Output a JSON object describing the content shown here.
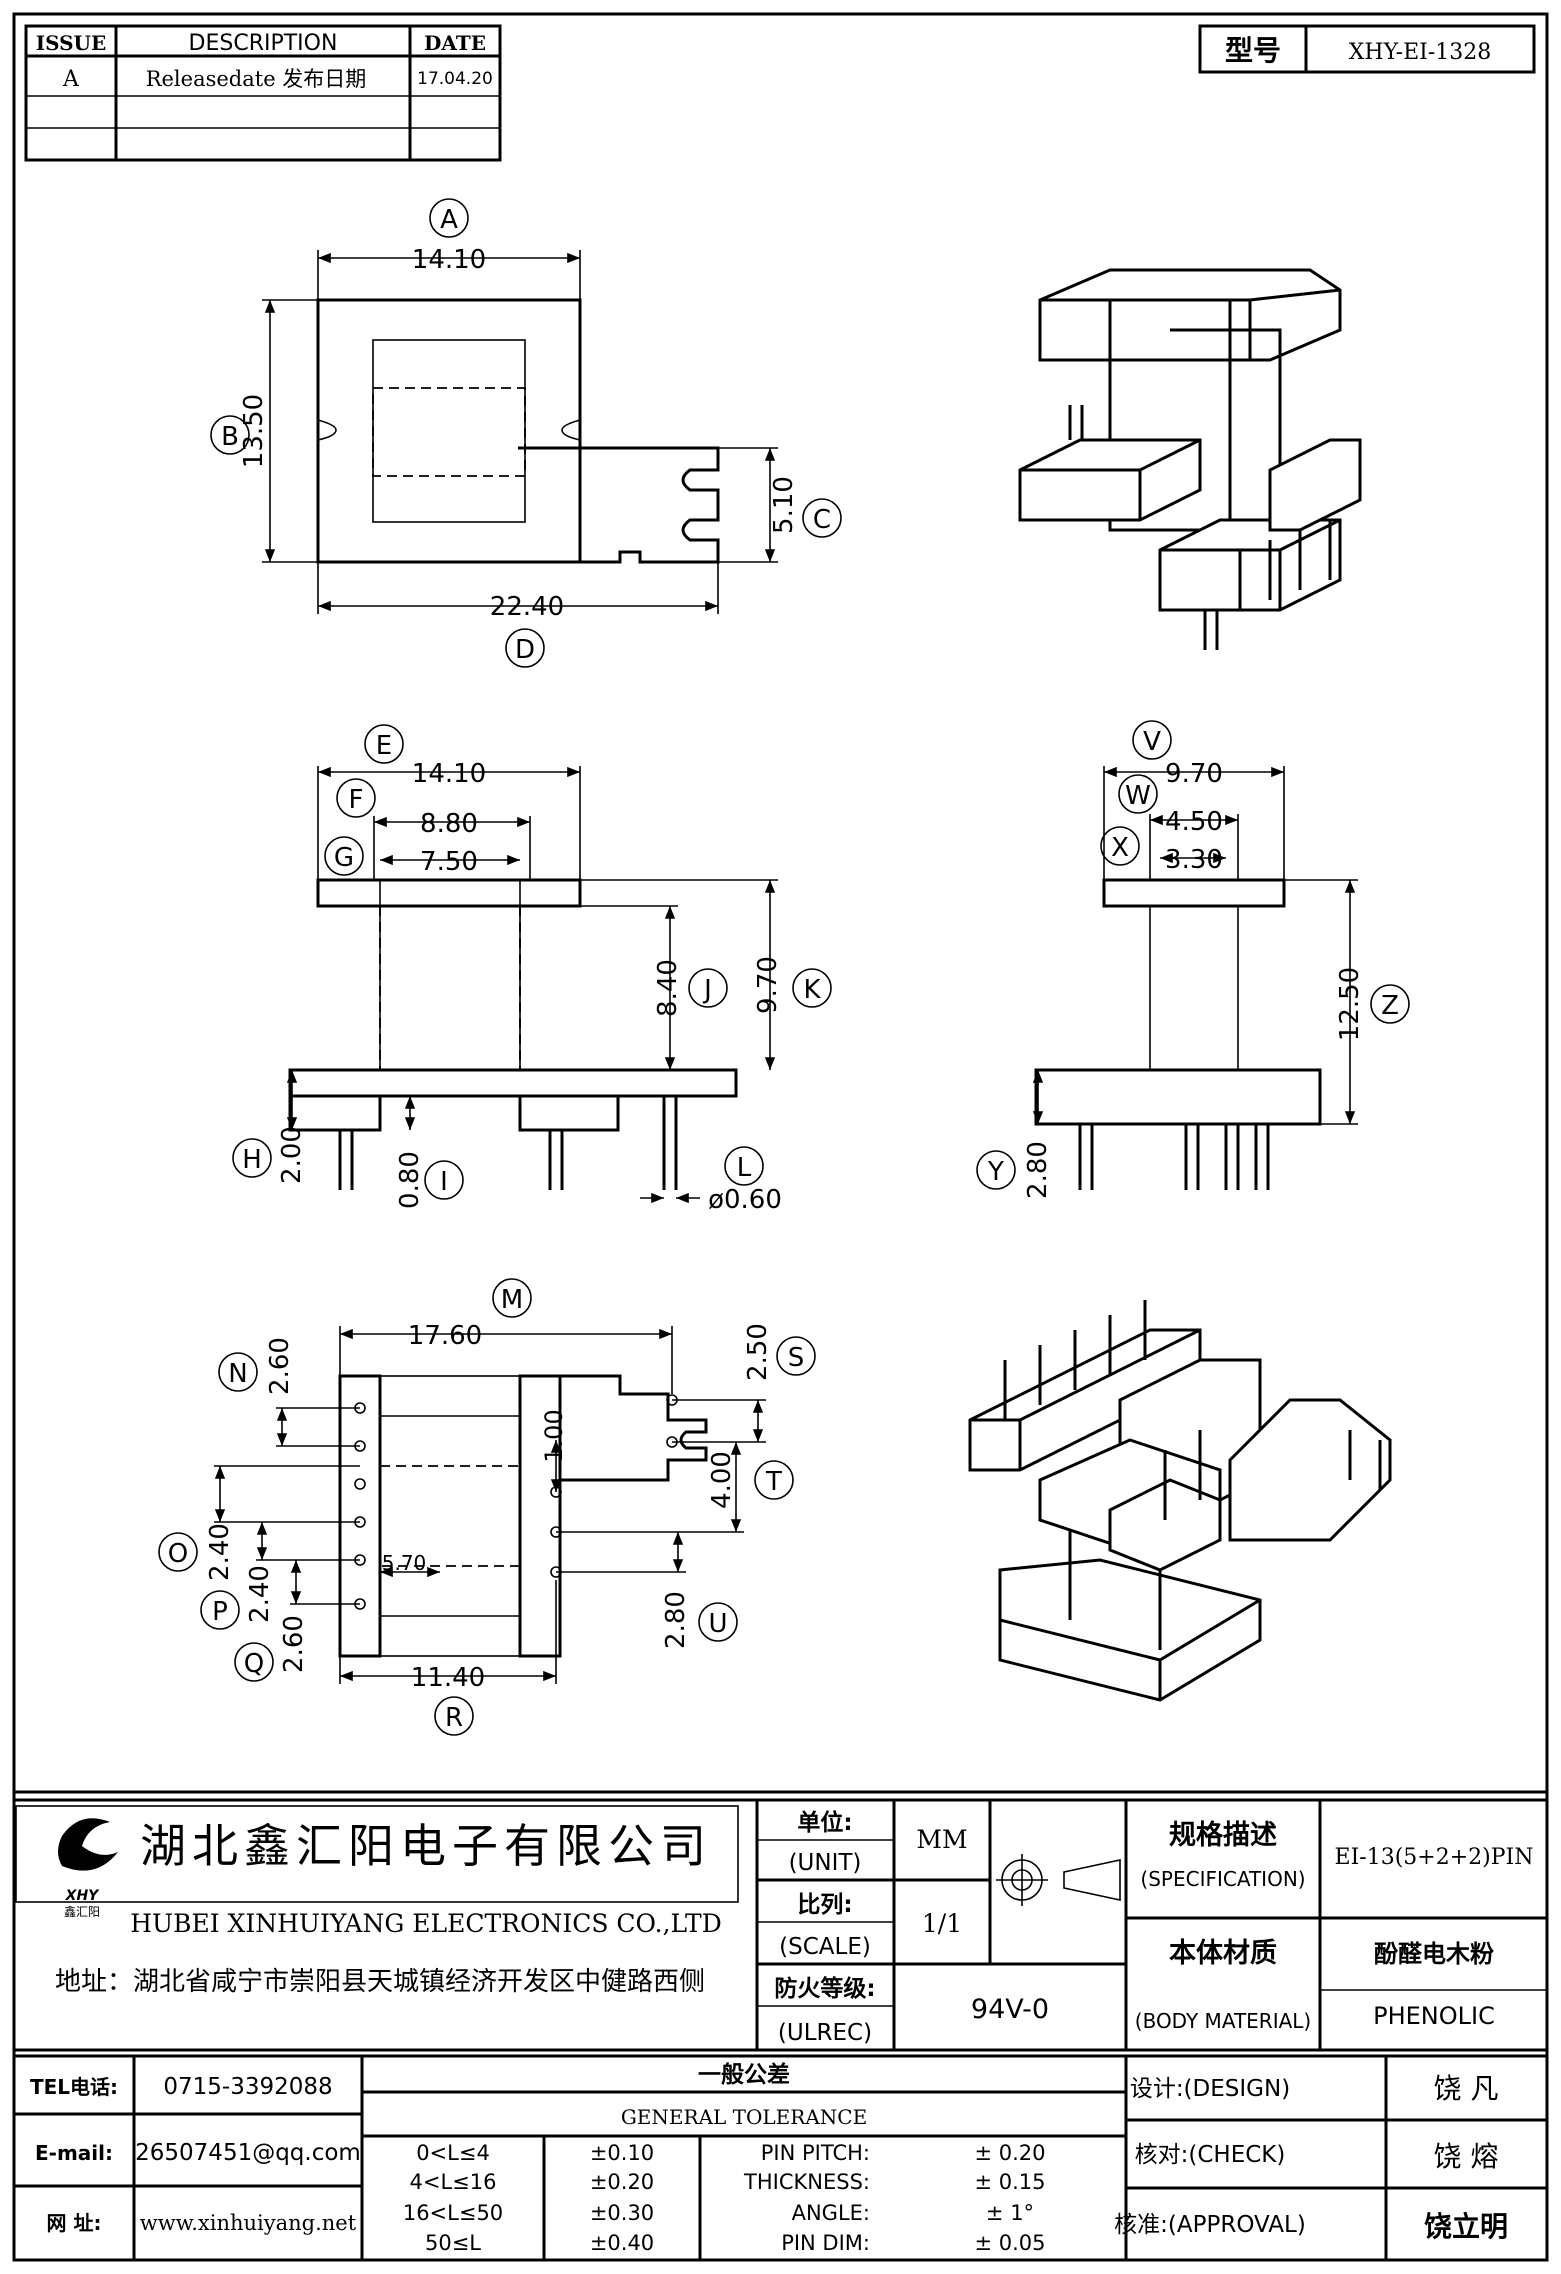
{
  "revision_table": {
    "headers": {
      "issue": "ISSUE",
      "description": "DESCRIPTION",
      "date": "DATE"
    },
    "rows": [
      {
        "issue": "A",
        "description": "Releasedate 发布日期",
        "date": "17.04.20"
      }
    ]
  },
  "model": {
    "label": "型号",
    "value": "XHY-EI-1328"
  },
  "dimensions": {
    "top_view": {
      "A": "14.10",
      "B": "13.50",
      "C": "5.10",
      "D": "22.40"
    },
    "front_view": {
      "E": "14.10",
      "F": "8.80",
      "G": "7.50",
      "J": "8.40",
      "K": "9.70",
      "H": "2.00",
      "I": "0.80",
      "L": "ø0.60"
    },
    "side_view": {
      "V": "9.70",
      "W": "4.50",
      "X": "3.30",
      "Z": "12.50",
      "Y": "2.80"
    },
    "bottom_view": {
      "M": "17.60",
      "N": "2.60",
      "O": "2.40",
      "P": "2.40",
      "Q": "2.60",
      "R": "11.40",
      "S": "2.50",
      "T": "4.00",
      "U": "2.80",
      "inner_a": "1.00",
      "inner_b": "5.70"
    }
  },
  "callout_letters": [
    "A",
    "B",
    "C",
    "D",
    "E",
    "F",
    "G",
    "H",
    "I",
    "J",
    "K",
    "L",
    "M",
    "N",
    "O",
    "P",
    "Q",
    "R",
    "S",
    "T",
    "U",
    "V",
    "W",
    "X",
    "Y",
    "Z"
  ],
  "company": {
    "name_cn": "湖北鑫汇阳电子有限公司",
    "name_en": "HUBEI XINHUIYANG ELECTRONICS CO.,LTD",
    "address": "地址：湖北省咸宁市崇阳县天城镇经济开发区中健路西侧",
    "logo_text": "XHY",
    "logo_cn": "鑫汇阳"
  },
  "title_block": {
    "unit_label_cn": "单位:",
    "unit_label_en": "(UNIT)",
    "unit_value": "MM",
    "scale_label_cn": "比列:",
    "scale_label_en": "(SCALE)",
    "scale_value": "1/1",
    "ulrec_label_cn": "防火等级:",
    "ulrec_label_en": "(ULREC)",
    "ulrec_value": "94V-0",
    "spec_label_cn": "规格描述",
    "spec_label_en": "(SPECIFICATION)",
    "spec_value": "EI-13(5+2+2)PIN",
    "material_label_cn": "本体材质",
    "material_label_en": "(BODY MATERIAL)",
    "material_value_cn": "酚醛电木粉",
    "material_value_en": "PHENOLIC"
  },
  "contact": {
    "tel_label": "TEL电话:",
    "tel": "0715-3392088",
    "email_label": "E-mail:",
    "email": "26507451@qq.com",
    "web_label": "网  址:",
    "web": "www.xinhuiyang.net"
  },
  "tolerance": {
    "title_cn": "一般公差",
    "title_en": "GENERAL TOLERANCE",
    "ranges": [
      {
        "range": "0<L≤4",
        "value": "±0.10"
      },
      {
        "range": "4<L≤16",
        "value": "±0.20"
      },
      {
        "range": "16<L≤50",
        "value": "±0.30"
      },
      {
        "range": "50≤L",
        "value": "±0.40"
      }
    ],
    "others": [
      {
        "name": "PIN PITCH:",
        "value": "± 0.20"
      },
      {
        "name": "THICKNESS:",
        "value": "± 0.15"
      },
      {
        "name": "ANGLE:",
        "value": "± 1°"
      },
      {
        "name": "PIN DIM:",
        "value": "± 0.05"
      }
    ]
  },
  "signoff": {
    "design_label": "设计:(DESIGN)",
    "design_name": "饶  凡",
    "check_label": "核对:(CHECK)",
    "check_name": "饶  熔",
    "approval_label": "核准:(APPROVAL)",
    "approval_name": "饶立明"
  }
}
